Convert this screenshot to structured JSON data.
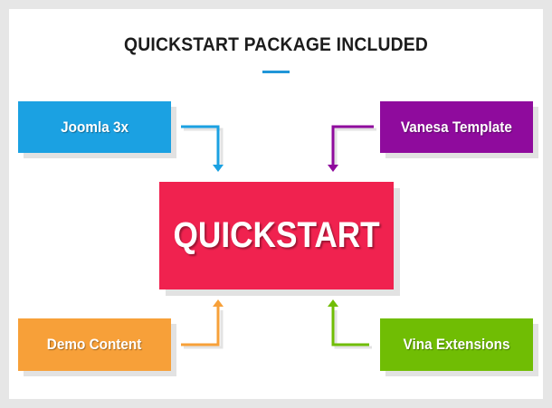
{
  "title": "QUICKSTART PACKAGE INCLUDED",
  "center": {
    "label": "QUICKSTART",
    "color": "#f0224f"
  },
  "boxes": {
    "top_left": {
      "label": "Joomla 3x",
      "color": "#1ba1e2"
    },
    "top_right": {
      "label": "Vanesa Template",
      "color": "#8f0b9d"
    },
    "bottom_left": {
      "label": "Demo Content",
      "color": "#f7a039"
    },
    "bottom_right": {
      "label": "Vina Extensions",
      "color": "#70bd04"
    }
  },
  "accent_color": "#2196d8"
}
